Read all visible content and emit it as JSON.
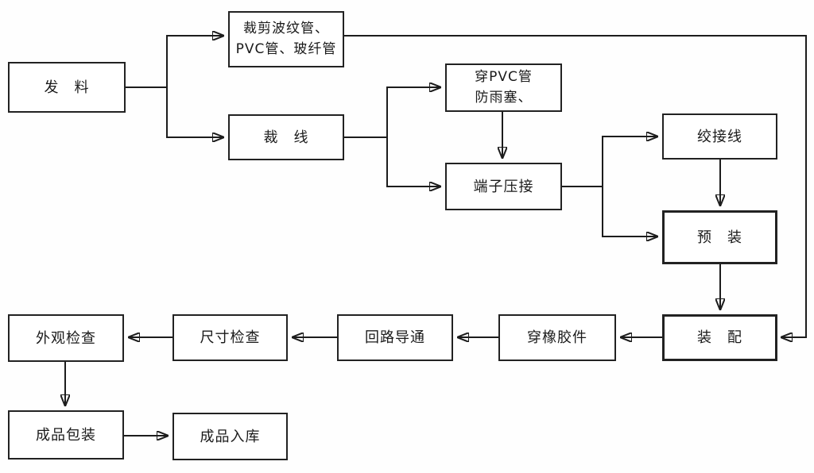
{
  "diagram": {
    "type": "flowchart",
    "language": "zh-CN",
    "colors": {
      "background": "#ffffff",
      "line": "#1c1c1c",
      "box_border": "#222222",
      "text": "#1a1a1a"
    },
    "boxes": [
      {
        "id": "issue-material",
        "label": "发　料"
      },
      {
        "id": "cut-tubes",
        "label": "裁剪波纹管、PVC管、玻纤管",
        "line1": "裁剪波纹管、",
        "line2": "PVC管、玻纤管"
      },
      {
        "id": "cut-wire",
        "label": "裁　线"
      },
      {
        "id": "thread-pvc-tube",
        "label": "穿PVC管防雨塞、",
        "line1": "穿PVC管",
        "line2": "防雨塞、"
      },
      {
        "id": "terminal-crimping",
        "label": "端子压接"
      },
      {
        "id": "twist-splice-wire",
        "label": "绞接线"
      },
      {
        "id": "pre-assembly",
        "label": "预　装"
      },
      {
        "id": "assembly",
        "label": "装　配"
      },
      {
        "id": "thread-rubber-parts",
        "label": "穿橡胶件"
      },
      {
        "id": "circuit-continuity",
        "label": "回路导通"
      },
      {
        "id": "dimension-check",
        "label": "尺寸检查"
      },
      {
        "id": "visual-check",
        "label": "外观检查"
      },
      {
        "id": "product-packaging",
        "label": "成品包装"
      },
      {
        "id": "product-warehousing",
        "label": "成品入库"
      }
    ],
    "connections": [
      {
        "from": "issue-material",
        "to": "cut-tubes"
      },
      {
        "from": "issue-material",
        "to": "cut-wire"
      },
      {
        "from": "cut-tubes",
        "to": "assembly"
      },
      {
        "from": "cut-wire",
        "to": "thread-pvc-tube"
      },
      {
        "from": "cut-wire",
        "to": "terminal-crimping"
      },
      {
        "from": "thread-pvc-tube",
        "to": "terminal-crimping"
      },
      {
        "from": "terminal-crimping",
        "to": "twist-splice-wire"
      },
      {
        "from": "terminal-crimping",
        "to": "pre-assembly"
      },
      {
        "from": "twist-splice-wire",
        "to": "pre-assembly"
      },
      {
        "from": "pre-assembly",
        "to": "assembly"
      },
      {
        "from": "assembly",
        "to": "thread-rubber-parts"
      },
      {
        "from": "thread-rubber-parts",
        "to": "circuit-continuity"
      },
      {
        "from": "circuit-continuity",
        "to": "dimension-check"
      },
      {
        "from": "dimension-check",
        "to": "visual-check"
      },
      {
        "from": "visual-check",
        "to": "product-packaging"
      },
      {
        "from": "product-packaging",
        "to": "product-warehousing"
      }
    ]
  }
}
